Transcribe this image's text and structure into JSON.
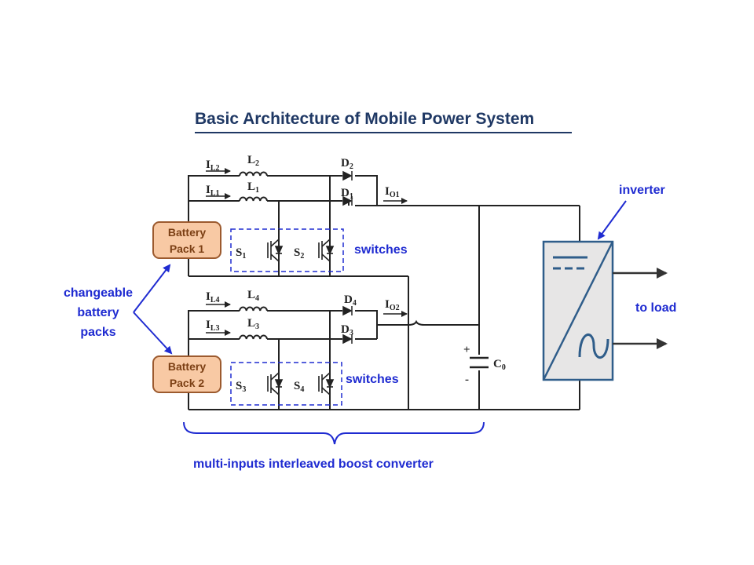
{
  "title": "Basic Architecture of Mobile Power System",
  "battery1": {
    "line1": "Battery",
    "line2": "Pack 1"
  },
  "battery2": {
    "line1": "Battery",
    "line2": "Pack 2"
  },
  "labels": {
    "changeable1": "changeable",
    "changeable2": "battery",
    "changeable3": "packs",
    "switches_top": "switches",
    "switches_bottom": "switches",
    "inverter": "inverter",
    "to_load": "to load",
    "converter": "multi-inputs  interleaved boost converter"
  },
  "components": {
    "IL2": "I",
    "IL2_sub": "L2",
    "IL1": "I",
    "IL1_sub": "L1",
    "IL4": "I",
    "IL4_sub": "L4",
    "IL3": "I",
    "IL3_sub": "L3",
    "L2": "L",
    "L2_sub": "2",
    "L1": "L",
    "L1_sub": "1",
    "L4": "L",
    "L4_sub": "4",
    "L3": "L",
    "L3_sub": "3",
    "D2": "D",
    "D2_sub": "2",
    "D1": "D",
    "D1_sub": "1",
    "D4": "D",
    "D4_sub": "4",
    "D3": "D",
    "D3_sub": "3",
    "IO1": "I",
    "IO1_sub": "O1",
    "IO2": "I",
    "IO2_sub": "O2",
    "S1": "S",
    "S1_sub": "1",
    "S2": "S",
    "S2_sub": "2",
    "S3": "S",
    "S3_sub": "3",
    "S4": "S",
    "S4_sub": "4",
    "C0": "C",
    "C0_sub": "0",
    "cap_plus": "+",
    "cap_minus": "-"
  },
  "colors": {
    "title": "#1f3864",
    "label": "#1f2bd1",
    "wire": "#222222",
    "battery_fill": "#f8c9a4",
    "battery_border": "#9c5a2e",
    "inverter_fill": "#e7e6e6",
    "inverter_border": "#2f5d8a",
    "switch_box": "#1f2bd1"
  }
}
